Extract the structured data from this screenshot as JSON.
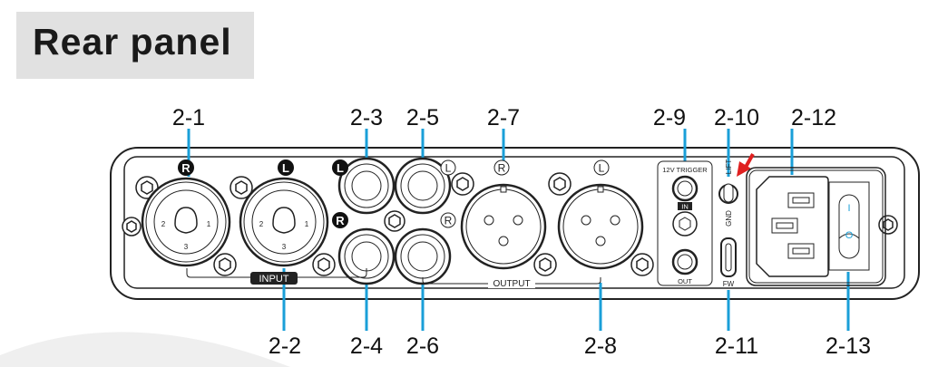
{
  "title": "Rear panel",
  "callouts_top": [
    "2-1",
    "2-3",
    "2-5",
    "2-7",
    "2-9",
    "2-10",
    "2-12"
  ],
  "callouts_bottom": [
    "2-2",
    "2-4",
    "2-6",
    "2-8",
    "2-11",
    "2-13"
  ],
  "panel_labels": {
    "input": "INPUT",
    "output": "OUTPUT",
    "trigger": "12V TRIGGER",
    "in": "IN",
    "out": "OUT",
    "lift": "LIFT",
    "gnd": "GND",
    "fw": "FW",
    "right": "R",
    "left": "L",
    "pin1": "1",
    "pin2": "2",
    "pin3": "3",
    "switch_on": "I",
    "switch_off": "O"
  },
  "colors": {
    "callout_line": "#1a9fd8",
    "arrow": "#e02020",
    "title_bg": "#e1e1e1"
  }
}
